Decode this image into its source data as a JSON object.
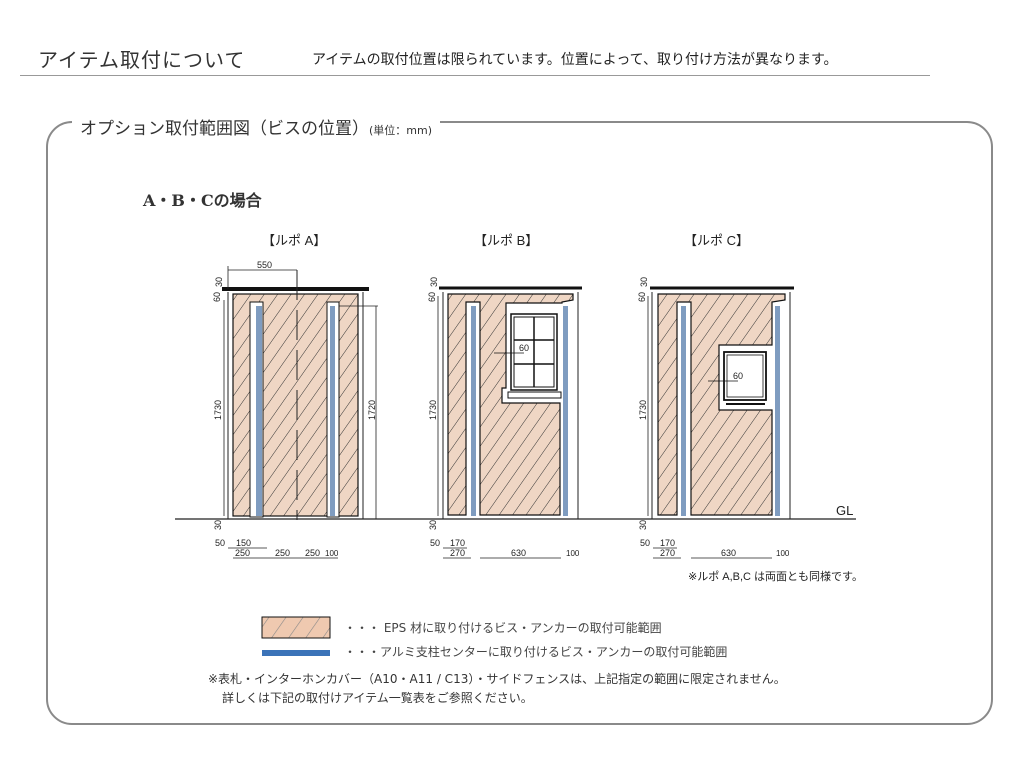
{
  "header": {
    "title": "アイテム取付について",
    "subtitle": "アイテムの取付位置は限られています。位置によって、取り付け方法が異なります。"
  },
  "panel": {
    "title": "オプション取付範囲図（ビスの位置）",
    "unit": "(単位：mm)",
    "case_heading": "A・B・Cの場合"
  },
  "diagrams": {
    "a": {
      "label": "【ルポ A】",
      "top_width": "550",
      "roof": "30",
      "eave": "60",
      "height": "1730",
      "post_height": "1720",
      "base": "30",
      "b1": "50",
      "b2": "150",
      "w1": "250",
      "w2": "250",
      "w3": "250",
      "w4": "100"
    },
    "b": {
      "label": "【ルポ B】",
      "roof": "30",
      "eave": "60",
      "height": "1730",
      "base": "30",
      "b1": "50",
      "b2": "170",
      "w1": "270",
      "w2": "630",
      "w3": "100",
      "window_margin": "60"
    },
    "c": {
      "label": "【ルポ C】",
      "roof": "30",
      "eave": "60",
      "height": "1730",
      "base": "30",
      "b1": "50",
      "b2": "170",
      "w1": "270",
      "w2": "630",
      "w3": "100",
      "window_margin": "60"
    }
  },
  "ground_label": "GL",
  "both_sides_note": "※ルポ A,B,C は両面とも同様です。",
  "legend": {
    "eps": "・・・ EPS 材に取り付けるビス・アンカーの取付可能範囲",
    "aluminum": "・・・アルミ支柱センターに取り付けるビス・アンカーの取付可能範囲"
  },
  "notes": [
    "※表札・インターホンカバー（A10・A11 / C13）・サイドフェンスは、上記指定の範囲に限定されません。",
    "詳しくは下記の取付けアイテム一覧表をご参照ください。"
  ],
  "colors": {
    "eps_fill": "#efd6c4",
    "post_blue": "#7f9cc0",
    "legend_blue": "#3b73b8",
    "border": "#8a8a8a"
  }
}
